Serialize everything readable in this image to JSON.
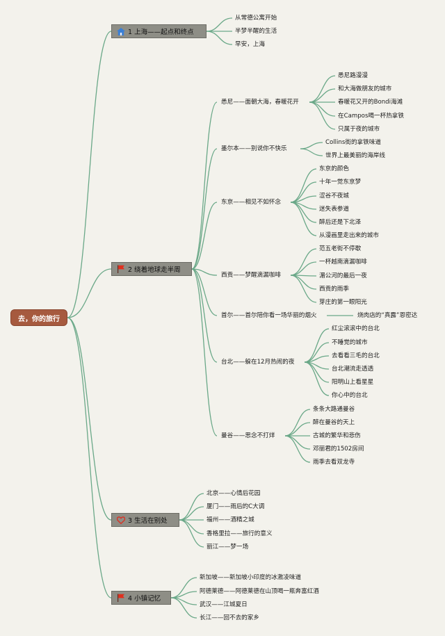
{
  "root": "去，你的旅行",
  "branches": [
    {
      "label": "1 上海——起点和终点",
      "icon": "house-icon",
      "items": [
        "从常德公寓开始",
        "半梦半醒的生活",
        "早安，上海"
      ]
    },
    {
      "label": "2 绕着地球走半周",
      "icon": "flag-icon",
      "topics": [
        {
          "label": "悉尼——面朝大海，春暖花开",
          "items": [
            "悉尼路漫漫",
            "和大海做朋友的城市",
            "春暖花又开的Bondi海滩",
            "在Campos喝一杯热拿铁",
            "只属于夜的城市"
          ]
        },
        {
          "label": "墨尔本——别说你不快乐",
          "items": [
            "Collins街的拿铁味道",
            "世界上最美丽的海岸线"
          ]
        },
        {
          "label": "东京——相见不如怀念",
          "items": [
            "东京的颜色",
            "十年一觉东京梦",
            "涩谷不夜城",
            "迷失表参道",
            "醉后还是下北泽",
            "从漫画里走出来的城市"
          ]
        },
        {
          "label": "西贡——梦醒滴漏咖啡",
          "items": [
            "范五老街不停歇",
            "一杯越南滴漏咖啡",
            "湄公河的最后一夜",
            "西贡的雨季",
            "芽庄的第一眼阳光"
          ]
        },
        {
          "label": "首尔——首尔陪你看一场华丽的烟火",
          "items": [
            "烧肉店的“真露”恩密达"
          ]
        },
        {
          "label": "台北——躲在12月热闹的夜",
          "items": [
            "红尘滚滚中的台北",
            "不睡觉的城市",
            "去看看三毛的台北",
            "台北潮流走透透",
            "阳明山上看星星",
            "你心中的台北"
          ]
        },
        {
          "label": "曼谷——思念不打烊",
          "items": [
            "条条大路通曼谷",
            "醉在曼谷的天上",
            "古城的繁华和悲伤",
            "邓丽君的1502房间",
            "雨季去看双龙寺"
          ]
        }
      ]
    },
    {
      "label": "3 生活在别处",
      "icon": "heart-icon",
      "items": [
        "北京——心情后花园",
        "厦门——雨后的C大调",
        "福州——酒精之城",
        "香格里拉——旅行的意义",
        "丽江——梦一场"
      ]
    },
    {
      "label": "4 小镇记忆",
      "icon": "flag-icon",
      "items": [
        "新加坡——新加坡小印度的冰激凌味道",
        "阿德莱德——阿德莱德在山顶喝一瓶奔富红酒",
        "武汉——江城夏日",
        "长江——回不去的家乡"
      ]
    }
  ]
}
